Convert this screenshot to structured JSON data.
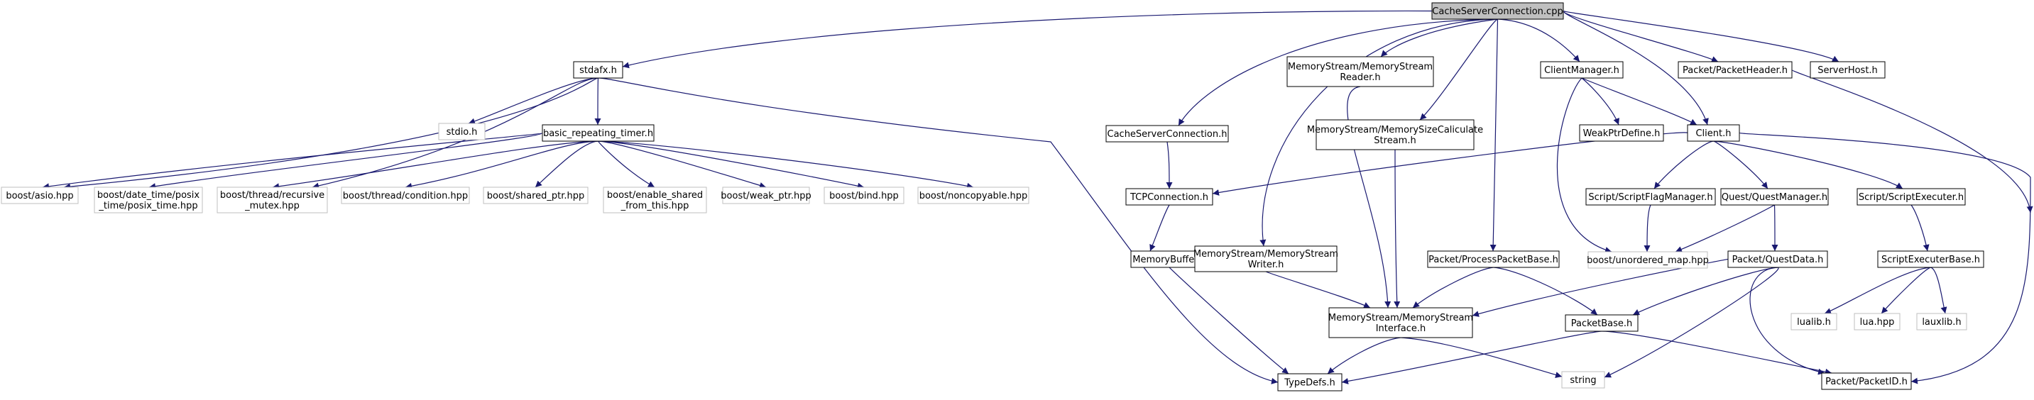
{
  "title_node": "CacheServerConnection.cpp",
  "nodes": {
    "root": [
      "CacheServerConnection.cpp"
    ],
    "stdafx": [
      "stdafx.h"
    ],
    "stdio": [
      "stdio.h"
    ],
    "timer": [
      "basic_repeating_timer.h"
    ],
    "asio": [
      "boost/asio.hpp"
    ],
    "posix": [
      "boost/date_time/posix",
      "_time/posix_time.hpp"
    ],
    "recmutex": [
      "boost/thread/recursive",
      "_mutex.hpp"
    ],
    "condition": [
      "boost/thread/condition.hpp"
    ],
    "sharedptr": [
      "boost/shared_ptr.hpp"
    ],
    "enableshared": [
      "boost/enable_shared",
      "_from_this.hpp"
    ],
    "weakptr": [
      "boost/weak_ptr.hpp"
    ],
    "bind": [
      "boost/bind.hpp"
    ],
    "noncopyable": [
      "boost/noncopyable.hpp"
    ],
    "cacheh": [
      "CacheServerConnection.h"
    ],
    "tcp": [
      "TCPConnection.h"
    ],
    "membuf": [
      "MemoryBuffer.h"
    ],
    "msreader": [
      "MemoryStream/MemoryStream",
      "Reader.h"
    ],
    "mssize": [
      "MemoryStream/MemorySizeCaliculate",
      "Stream.h"
    ],
    "mswriter": [
      "MemoryStream/MemoryStream",
      "Writer.h"
    ],
    "msiface": [
      "MemoryStream/MemoryStream",
      "Interface.h"
    ],
    "typedefs": [
      "TypeDefs.h"
    ],
    "clientmgr": [
      "ClientManager.h"
    ],
    "weakptrdef": [
      "WeakPtrDefine.h"
    ],
    "client": [
      "Client.h"
    ],
    "pktheader": [
      "Packet/PacketHeader.h"
    ],
    "serverhost": [
      "ServerHost.h"
    ],
    "scriptflag": [
      "Script/ScriptFlagManager.h"
    ],
    "questmgr": [
      "Quest/QuestManager.h"
    ],
    "scriptexec": [
      "Script/ScriptExecuter.h"
    ],
    "unordered": [
      "boost/unordered_map.hpp"
    ],
    "processpkt": [
      "Packet/ProcessPacketBase.h"
    ],
    "questdata": [
      "Packet/QuestData.h"
    ],
    "scriptexecbase": [
      "ScriptExecuterBase.h"
    ],
    "lualib": [
      "lualib.h"
    ],
    "luahpp": [
      "lua.hpp"
    ],
    "lauxlib": [
      "lauxlib.h"
    ],
    "pktbase": [
      "PacketBase.h"
    ],
    "string": [
      "string"
    ],
    "pktid": [
      "Packet/PacketID.h"
    ]
  },
  "colors": {
    "edge": "#191970",
    "root_fill": "#bfbfbf",
    "node_border": "#000000",
    "external_border": "#bfbfbf",
    "text": "#000000"
  }
}
